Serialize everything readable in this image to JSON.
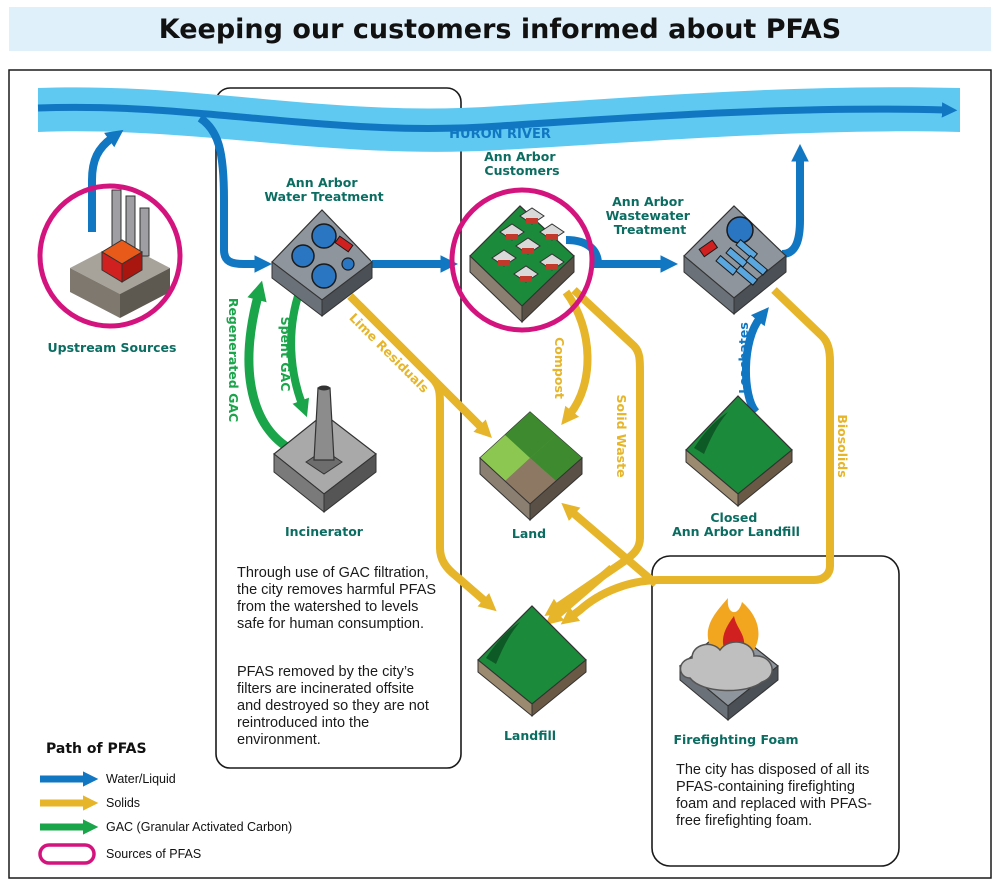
{
  "title": "Keeping our customers informed about PFAS",
  "river": {
    "label": "HURON RIVER"
  },
  "nodes": {
    "upstream": "Upstream Sources",
    "water_treatment": [
      "Ann Arbor",
      "Water Treatment"
    ],
    "customers": [
      "Ann Arbor",
      "Customers"
    ],
    "wastewater": [
      "Ann Arbor",
      "Wastewater",
      "Treatment"
    ],
    "incinerator": "Incinerator",
    "land": "Land",
    "closed_landfill": [
      "Closed",
      "Ann Arbor Landfill"
    ],
    "landfill": "Landfill",
    "firefighting_foam": "Firefighting Foam"
  },
  "flows": {
    "regenerated_gac": "Regenerated GAC",
    "spent_gac": "Spent GAC",
    "lime_residuals": "Lime Residuals",
    "compost": "Compost",
    "solid_waste": "Solid Waste",
    "leachates": "Leachates",
    "biosolids": "Biosolids"
  },
  "paragraphs": {
    "gac": "Through use of GAC filtration, the city removes harmful PFAS from the watershed to levels safe for human consumption.",
    "incinerated": "PFAS removed by the city’s filters are incinerated offsite and destroyed so they are not reintroduced into the environment.",
    "foam": "The city has disposed of all its PFAS-containing firefighting foam and replaced with PFAS-free firefighting foam."
  },
  "legend": {
    "title": "Path of PFAS",
    "items": [
      {
        "label": "Water/Liquid",
        "color": "#1177c2"
      },
      {
        "label": "Solids",
        "color": "#e6b52a"
      },
      {
        "label": "GAC (Granular Activated Carbon)",
        "color": "#1aa54a"
      },
      {
        "label": "Sources of PFAS",
        "color": "#d4147e"
      }
    ]
  },
  "colors": {
    "water": "#1177c2",
    "river": "#5fc9f1",
    "solids": "#e6b52a",
    "gac": "#1aa54a",
    "source_ring": "#d4147e",
    "label_teal": "#0b6d62"
  }
}
